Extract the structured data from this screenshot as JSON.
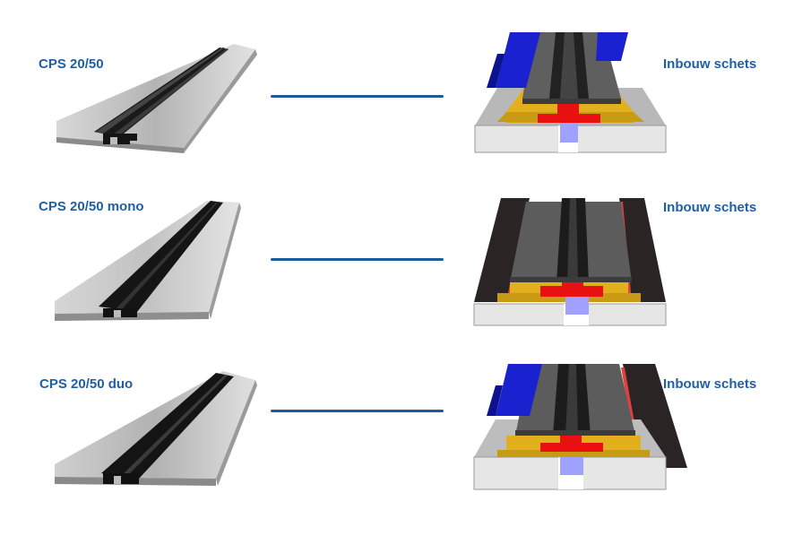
{
  "rows": [
    {
      "product_label": "CPS 20/50",
      "sketch_label": "Inbouw schets"
    },
    {
      "product_label": "CPS 20/50 mono",
      "sketch_label": "Inbouw schets"
    },
    {
      "product_label": "CPS 20/50 duo",
      "sketch_label": "Inbouw schets"
    }
  ],
  "colors": {
    "label_text": "#1f5fa8",
    "connector_line": "#1d5a98",
    "profile_black": "#141414",
    "profile_aluminium": "#b9b9b9",
    "sketch_blue": "#1a22d0",
    "sketch_red": "#e81010",
    "sketch_yellow": "#e2b01d"
  }
}
